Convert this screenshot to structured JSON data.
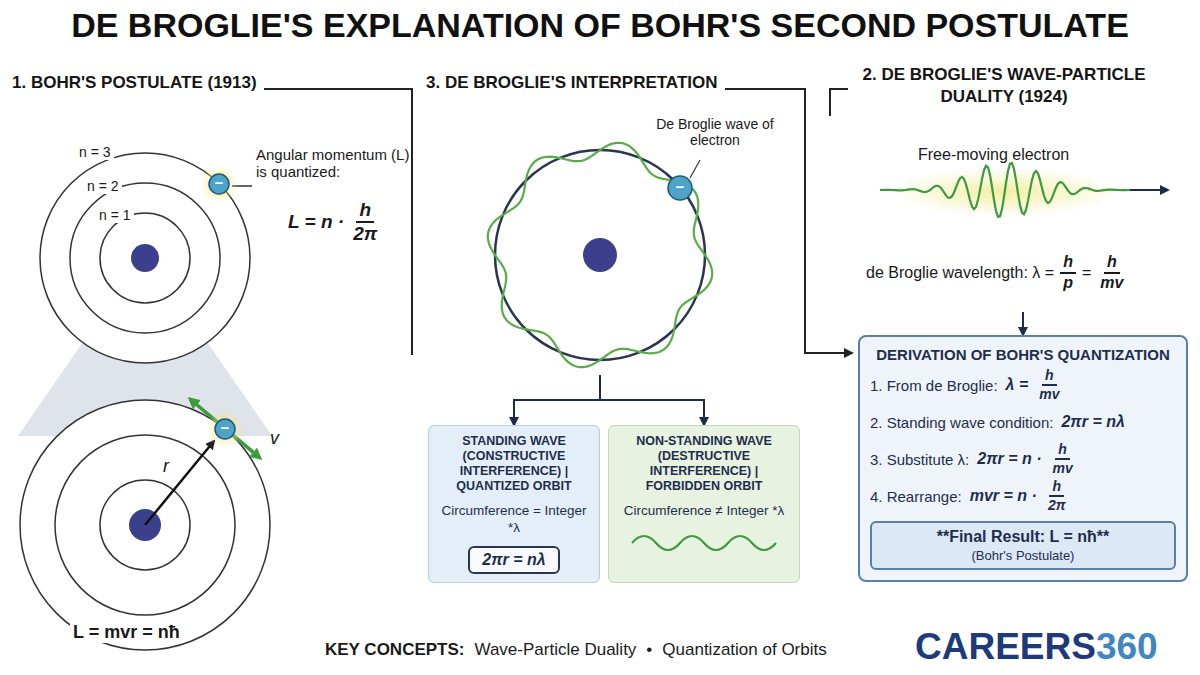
{
  "diagram": {
    "title": "DE BROGLIE'S EXPLANATION OF BOHR'S SECOND POSTULATE",
    "nodes": [
      {
        "text": [
          "1. BOHR'S POSTULATE (1913)"
        ]
      },
      {
        "text": [
          "3. DE BROGLIE'S INTERPRETATION"
        ]
      },
      {
        "text": [
          "2. DE BROGLIE'S WAVE-PARTICLE DUALITY (1924)"
        ]
      },
      {
        "text": [
          "STANDING WAVE (CONSTRUCTIVE INTERFERENCE) | QUANTIZED ORBIT",
          "Circumference = Integer *λ"
        ]
      },
      {
        "text": [
          "2πr = nλ"
        ],
        "in": 3
      },
      {
        "text": [
          "NON-STANDING WAVE (DESTRUCTIVE INTERFERENCE) | FORBIDDEN ORBIT",
          "Circumference ≠ Integer *λ"
        ]
      },
      {
        "text": [
          "DERIVATION OF BOHR'S QUANTIZATION",
          "1. From de Broglie:",
          "λ =",
          "h",
          "mv",
          "2. Standing wave condition:",
          "2πr = nλ",
          "3. Substitute λ:",
          "2πr = n ·",
          "h",
          "mv",
          "4. Rearrange:",
          "mvr = n ·",
          "h",
          "2π"
        ]
      },
      {
        "text": [
          "**Final Result: L = nħ**",
          "(Bohr's Postulate)"
        ],
        "in": 6
      }
    ],
    "edges": [
      {
        "from": 1,
        "to": 3,
        "arrow": "to"
      },
      {
        "from": 1,
        "to": 5,
        "arrow": "to"
      },
      {
        "from": 2,
        "to": 6,
        "arrow": "to"
      }
    ],
    "labels": [
      "n = 3",
      "n = 2",
      "n = 1",
      "−",
      "Angular momentum (L) is quantized:",
      "L = n ·",
      "h",
      "2π",
      "−",
      "r",
      "v",
      "L = mvr = nħ",
      "−",
      "De Broglie wave of electron",
      "Free-moving electron",
      "de Broglie wavelength: λ =",
      "h",
      "p",
      "=",
      "h",
      "mv",
      "KEY CONCEPTS:",
      "Wave-Particle Duality",
      "•",
      "Quantization of Orbits",
      "CAREERS",
      "360"
    ]
  }
}
